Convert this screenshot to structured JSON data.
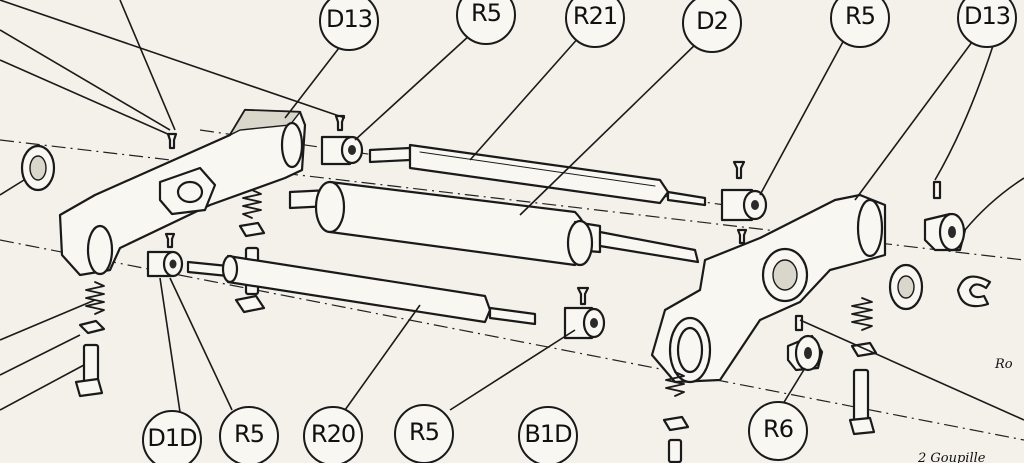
{
  "diagram": {
    "callouts": {
      "top": [
        "D13",
        "R5",
        "R21",
        "D2",
        "R5",
        "D13"
      ],
      "bottom": [
        "D1D",
        "R5",
        "R20",
        "R5",
        "B1D",
        "R6"
      ]
    },
    "corner_text": {
      "right": "Ro",
      "bottom_right": "2 Goupille"
    }
  }
}
